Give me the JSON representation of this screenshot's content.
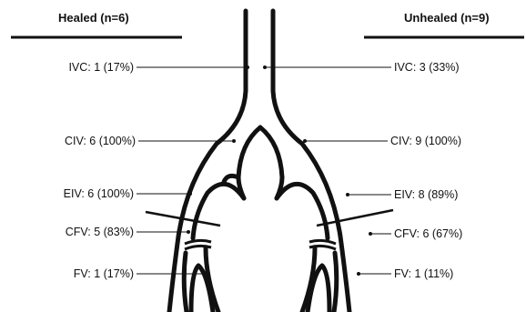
{
  "headers": {
    "left": "Healed (n=6)",
    "right": "Unhealed (n=9)"
  },
  "labels": {
    "left": {
      "ivc": "IVC: 1 (17%)",
      "civ": "CIV: 6 (100%)",
      "eiv": "EIV: 6 (100%)",
      "cfv": "CFV: 5 (83%)",
      "fv": "FV: 1 (17%)"
    },
    "right": {
      "ivc": "IVC: 3 (33%)",
      "civ": "CIV: 9 (100%)",
      "eiv": "EIV: 8 (89%)",
      "cfv": "CFV: 6 (67%)",
      "fv": "FV: 1 (11%)"
    }
  }
}
